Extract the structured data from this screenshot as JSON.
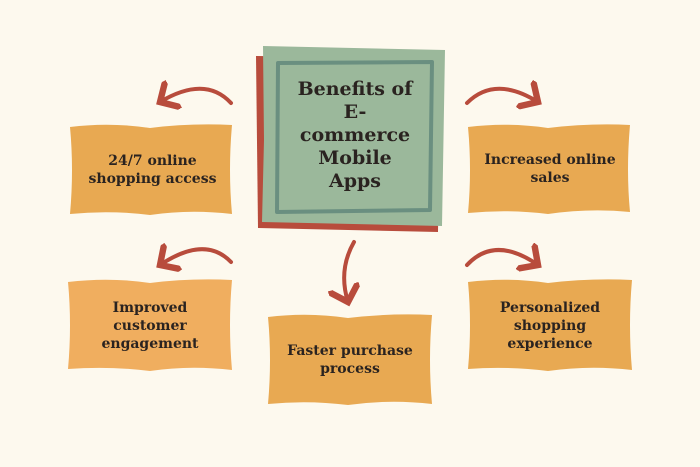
{
  "title": "Benefits of E-commerce Mobile Apps",
  "benefits": [
    {
      "label": "24/7 online shopping access"
    },
    {
      "label": "Increased online sales"
    },
    {
      "label": "Improved customer engagement"
    },
    {
      "label": "Faster purchase process"
    },
    {
      "label": "Personalized shopping experience"
    }
  ],
  "colors": {
    "background": "#fdf9ee",
    "box": "#e8a952",
    "box_light": "#f0ae5f",
    "center": "#9bb89b",
    "center_border": "#6a8f80",
    "accent": "#b84c3c"
  }
}
